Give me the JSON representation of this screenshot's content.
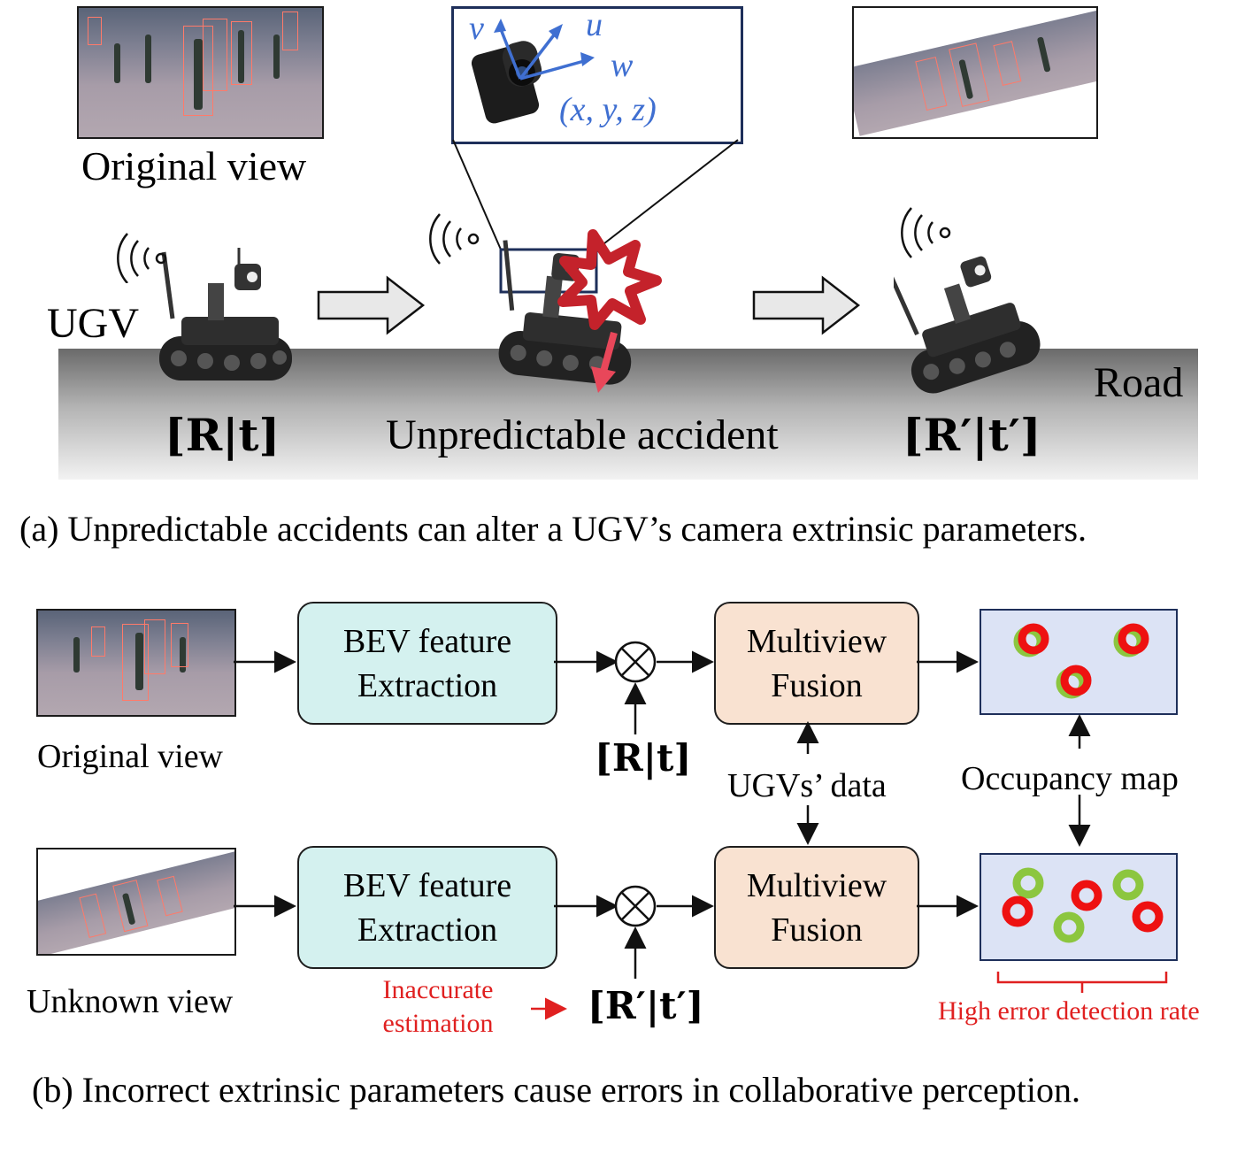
{
  "panel_a": {
    "original_view_label": "Original view",
    "ugv_label": "UGV",
    "road_label": "Road",
    "accident_label": "Unpredictable accident",
    "pose_before": "[R|t]",
    "pose_after": "[R′|t′]",
    "axis_v": "v",
    "axis_u": "u",
    "axis_w": "w",
    "camera_position": "(x, y, z)",
    "caption": "(a)  Unpredictable accidents can alter a UGV’s camera extrinsic parameters."
  },
  "panel_b": {
    "original_view_label": "Original view",
    "unknown_view_label": "Unknown view",
    "bev_box": "BEV feature\nExtraction",
    "fusion_box": "Multiview\nFusion",
    "pose_top": "[R|t]",
    "pose_bottom": "[R′|t′]",
    "ugvs_data_label": "UGVs’ data",
    "occupancy_label": "Occupancy map",
    "inaccurate_label": "Inaccurate\nestimation",
    "error_label": "High error detection rate",
    "caption": "(b)  Incorrect extrinsic parameters cause errors in collaborative perception."
  },
  "colors": {
    "bev_fill": "#d4f1ef",
    "fusion_fill": "#f9e2d1",
    "occupancy_fill": "#dce3f5",
    "annotation_red": "#e02020",
    "ring_red": "#ee1111",
    "ring_green": "#8cc63f",
    "axis_blue": "#3f6fd1",
    "crash_red": "#c4222b"
  },
  "icons": [
    "camera-icon",
    "ugv-robot-icon",
    "wifi-signal-icon",
    "crash-star-icon",
    "multiply-icon",
    "block-arrow-icon"
  ]
}
